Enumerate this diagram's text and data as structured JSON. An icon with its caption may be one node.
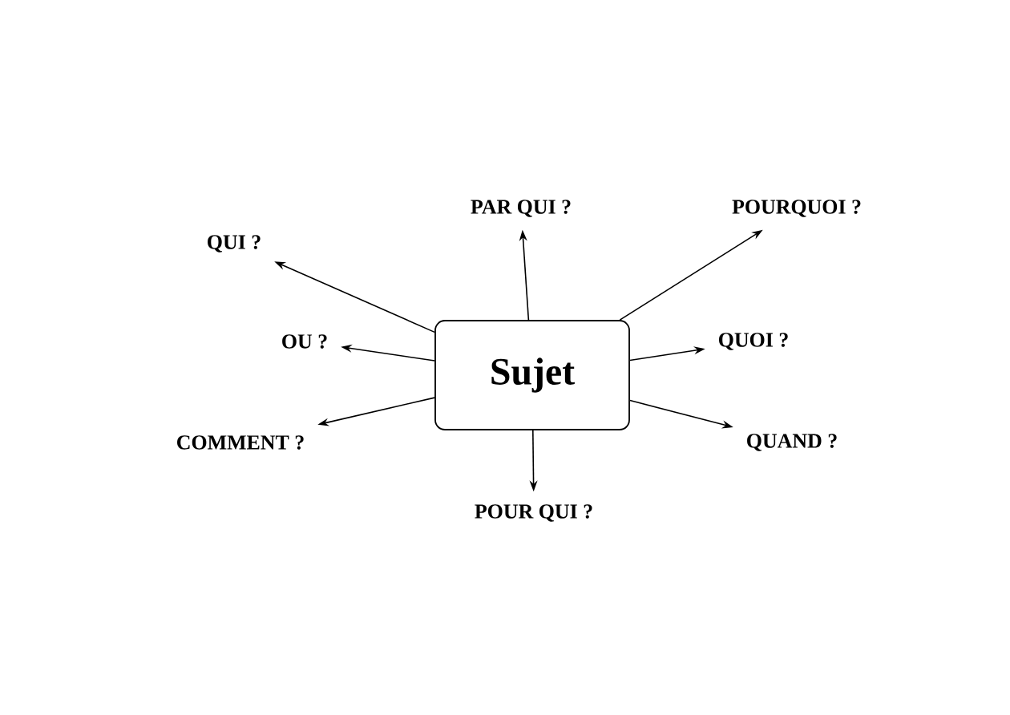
{
  "diagram": {
    "nodes": [
      {
        "text": [
          "Sujet"
        ]
      },
      {
        "text": [
          "QUI ?"
        ]
      },
      {
        "text": [
          "PAR QUI ?"
        ]
      },
      {
        "text": [
          "POURQUOI ?"
        ]
      },
      {
        "text": [
          "OU ?"
        ]
      },
      {
        "text": [
          "QUOI ?"
        ]
      },
      {
        "text": [
          "COMMENT ?"
        ]
      },
      {
        "text": [
          "QUAND ?"
        ]
      },
      {
        "text": [
          "POUR QUI ?"
        ]
      }
    ],
    "edges": [
      {
        "from": 0,
        "to": 1,
        "arrow": "to"
      },
      {
        "from": 0,
        "to": 2,
        "arrow": "to"
      },
      {
        "from": 0,
        "to": 3,
        "arrow": "to"
      },
      {
        "from": 0,
        "to": 4,
        "arrow": "to"
      },
      {
        "from": 0,
        "to": 5,
        "arrow": "to"
      },
      {
        "from": 0,
        "to": 6,
        "arrow": "to"
      },
      {
        "from": 0,
        "to": 7,
        "arrow": "to"
      },
      {
        "from": 0,
        "to": 8,
        "arrow": "to"
      }
    ]
  }
}
